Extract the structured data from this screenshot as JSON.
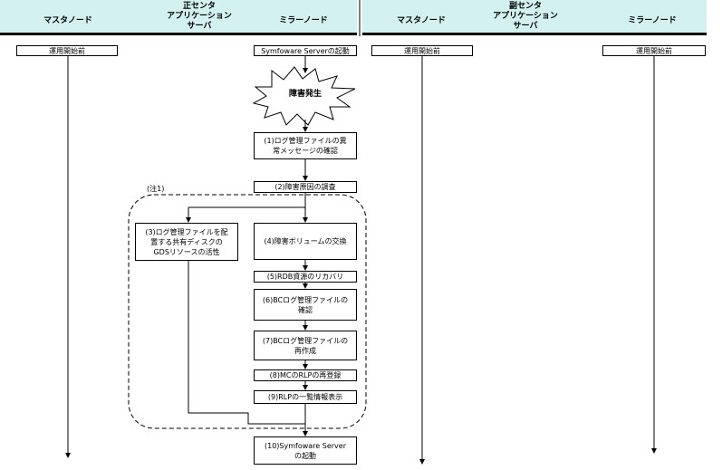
{
  "headers": {
    "primary_center": "正センタ\nアプリケーション\nサーバ",
    "secondary_center": "副センタ\nアプリケーション\nサーバ",
    "master_node_left": "マスタノード",
    "mirror_node_left": "ミラーノード",
    "master_node_right": "マスタノード",
    "mirror_node_right": "ミラーノード"
  },
  "colors": {
    "header_bg": "#d3f1ef"
  },
  "boxes": {
    "before_start_1": "運用開始前",
    "symfoware_start": "Symfoware Serverの起動",
    "before_start_2": "運用開始前",
    "before_start_3": "運用開始前",
    "step1": "(1)ログ管理ファイルの異\n常メッセージの確認",
    "step2": "(2)障害原因の調査",
    "step3": "(3)ログ管理ファイルを配\n置する共有ディスクの\nGDSリソースの活性",
    "step4": "(4)障害ボリュームの交換",
    "step5": "(5)RDB資源のリカバリ",
    "step6": "(6)BCログ管理ファイルの\n確認",
    "step7": "(7)BCログ管理ファイルの\n再作成",
    "step8": "(8)MCのRLPの再登録",
    "step9": "(9)RLPの一覧情報表示",
    "step10": "(10)Symfoware Server\nの起動"
  },
  "fault_label": "障害発生",
  "note_label": "(注1)"
}
